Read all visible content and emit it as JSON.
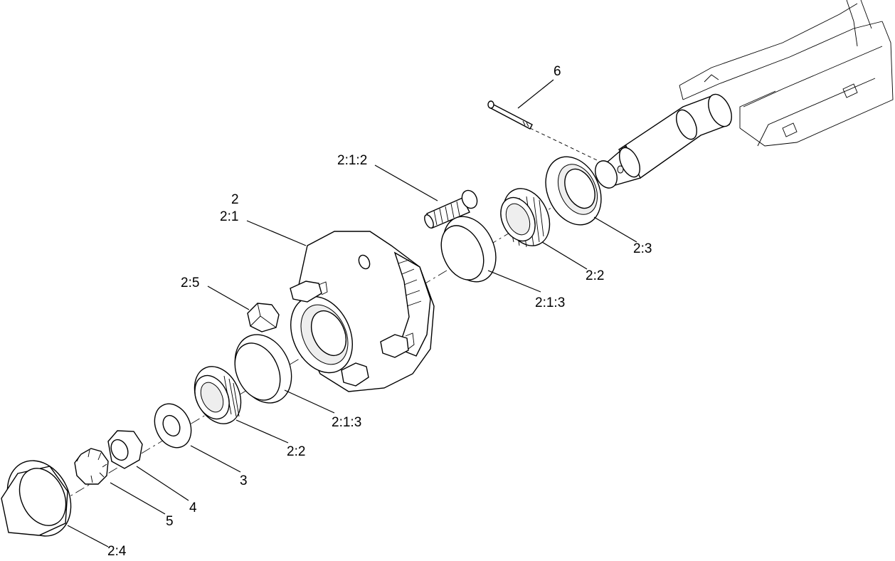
{
  "callouts": {
    "c6": "6",
    "c212": "2:1:2",
    "c2": "2",
    "c21": "2:1",
    "c23": "2:3",
    "c22_top": "2:2",
    "c25": "2:5",
    "c213_top": "2:1:3",
    "c213_bottom": "2:1:3",
    "c22_bottom": "2:2",
    "c3": "3",
    "c4": "4",
    "c5": "5",
    "c24": "2:4"
  }
}
